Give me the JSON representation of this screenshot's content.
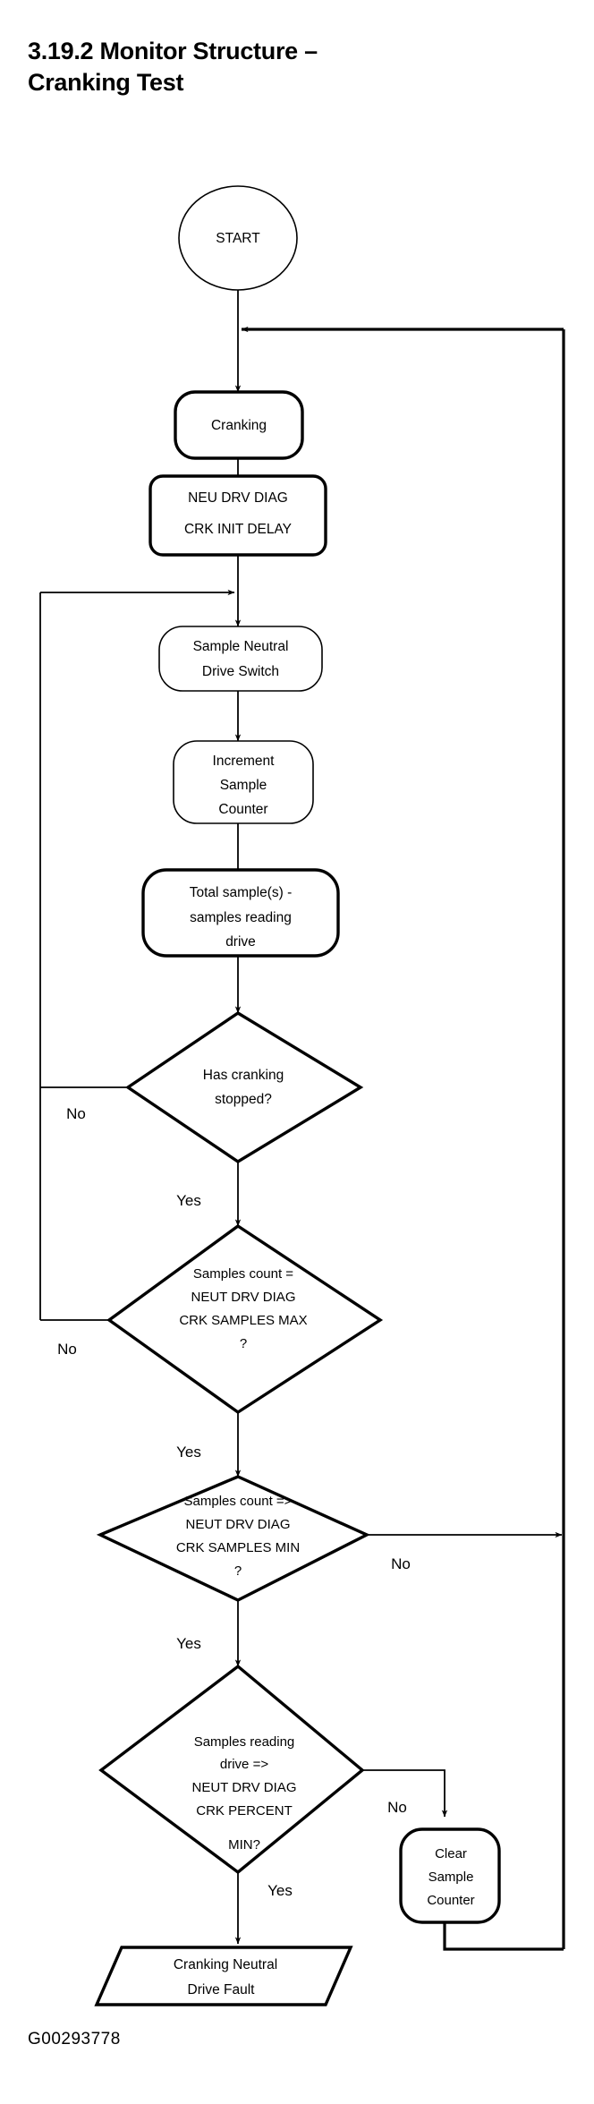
{
  "title": {
    "line1": "3.19.2 Monitor Structure –",
    "line2": "Cranking Test"
  },
  "figure_code": "G00293778",
  "chart_data": {
    "type": "diagram",
    "subtype": "flowchart",
    "title": "3.19.2 Monitor Structure – Cranking Test",
    "nodes": [
      {
        "id": "start",
        "shape": "circle",
        "text": "START"
      },
      {
        "id": "cranking",
        "shape": "rounded",
        "text": "Cranking"
      },
      {
        "id": "init_delay",
        "shape": "rounded",
        "text": "NEU DRV DIAG\nCRK INIT DELAY"
      },
      {
        "id": "sample_sw",
        "shape": "rounded",
        "text": "Sample Neutral\nDrive Switch"
      },
      {
        "id": "increment",
        "shape": "rounded",
        "text": "Increment\nSample\nCounter"
      },
      {
        "id": "total",
        "shape": "rounded",
        "text": "Total sample(s) -\nsamples reading\ndrive"
      },
      {
        "id": "dec_stopped",
        "shape": "diamond",
        "text": "Has cranking\nstopped?"
      },
      {
        "id": "dec_max",
        "shape": "diamond",
        "text": "Samples count =\nNEUT DRV DIAG\nCRK SAMPLES MAX\n?"
      },
      {
        "id": "dec_min",
        "shape": "diamond",
        "text": "Samples count =>\nNEUT DRV DIAG\nCRK SAMPLES MIN\n?"
      },
      {
        "id": "dec_percent",
        "shape": "diamond",
        "text": "Samples reading\ndrive =>\nNEUT DRV DIAG\nCRK PERCENT\nMIN?"
      },
      {
        "id": "clear",
        "shape": "rounded",
        "text": "Clear\nSample\nCounter"
      },
      {
        "id": "fault",
        "shape": "parallelogram",
        "text": "Cranking Neutral\nDrive Fault"
      }
    ],
    "edges": [
      {
        "from": "start",
        "to": "cranking",
        "label": ""
      },
      {
        "from": "cranking",
        "to": "init_delay",
        "label": ""
      },
      {
        "from": "init_delay",
        "to": "sample_sw",
        "label": ""
      },
      {
        "from": "sample_sw",
        "to": "increment",
        "label": ""
      },
      {
        "from": "increment",
        "to": "total",
        "label": ""
      },
      {
        "from": "total",
        "to": "dec_stopped",
        "label": ""
      },
      {
        "from": "dec_stopped",
        "to": "sample_sw",
        "label": "No",
        "route": "left-loop"
      },
      {
        "from": "dec_stopped",
        "to": "dec_max",
        "label": "Yes"
      },
      {
        "from": "dec_max",
        "to": "sample_sw",
        "label": "No",
        "route": "left-loop"
      },
      {
        "from": "dec_max",
        "to": "dec_min",
        "label": "Yes"
      },
      {
        "from": "dec_min",
        "to": "cranking",
        "label": "No",
        "route": "right-loop"
      },
      {
        "from": "dec_min",
        "to": "dec_percent",
        "label": "Yes"
      },
      {
        "from": "dec_percent",
        "to": "clear",
        "label": "No",
        "route": "right"
      },
      {
        "from": "dec_percent",
        "to": "fault",
        "label": "Yes"
      },
      {
        "from": "clear",
        "to": "cranking",
        "label": "",
        "route": "right-loop"
      }
    ],
    "labels": {
      "yes": "Yes",
      "no": "No"
    }
  },
  "text_nodes": {
    "start": "START",
    "cranking": "Cranking",
    "init_delay_l1": "NEU DRV DIAG",
    "init_delay_l2": "CRK INIT DELAY",
    "sample_sw_l1": "Sample Neutral",
    "sample_sw_l2": "Drive Switch",
    "increment_l1": "Increment",
    "increment_l2": "Sample",
    "increment_l3": "Counter",
    "total_l1": "Total sample(s) -",
    "total_l2": "samples reading",
    "total_l3": "drive",
    "dec_stopped_l1": "Has cranking",
    "dec_stopped_l2": "stopped?",
    "dec_max_l1": "Samples count =",
    "dec_max_l2": "NEUT DRV DIAG",
    "dec_max_l3": "CRK SAMPLES MAX",
    "dec_max_l4": "?",
    "dec_min_l1": "Samples count =>",
    "dec_min_l2": "NEUT DRV DIAG",
    "dec_min_l3": "CRK SAMPLES MIN",
    "dec_min_l4": "?",
    "dec_pct_l1": "Samples reading",
    "dec_pct_l2": "drive =>",
    "dec_pct_l3": "NEUT DRV DIAG",
    "dec_pct_l4": "CRK PERCENT",
    "dec_pct_l5": "MIN?",
    "clear_l1": "Clear",
    "clear_l2": "Sample",
    "clear_l3": "Counter",
    "fault_l1": "Cranking Neutral",
    "fault_l2": "Drive Fault"
  },
  "edge_labels": {
    "no_stopped": "No",
    "yes_stopped": "Yes",
    "no_max": "No",
    "yes_max": "Yes",
    "no_min": "No",
    "yes_min": "Yes",
    "no_pct": "No",
    "yes_pct": "Yes"
  }
}
